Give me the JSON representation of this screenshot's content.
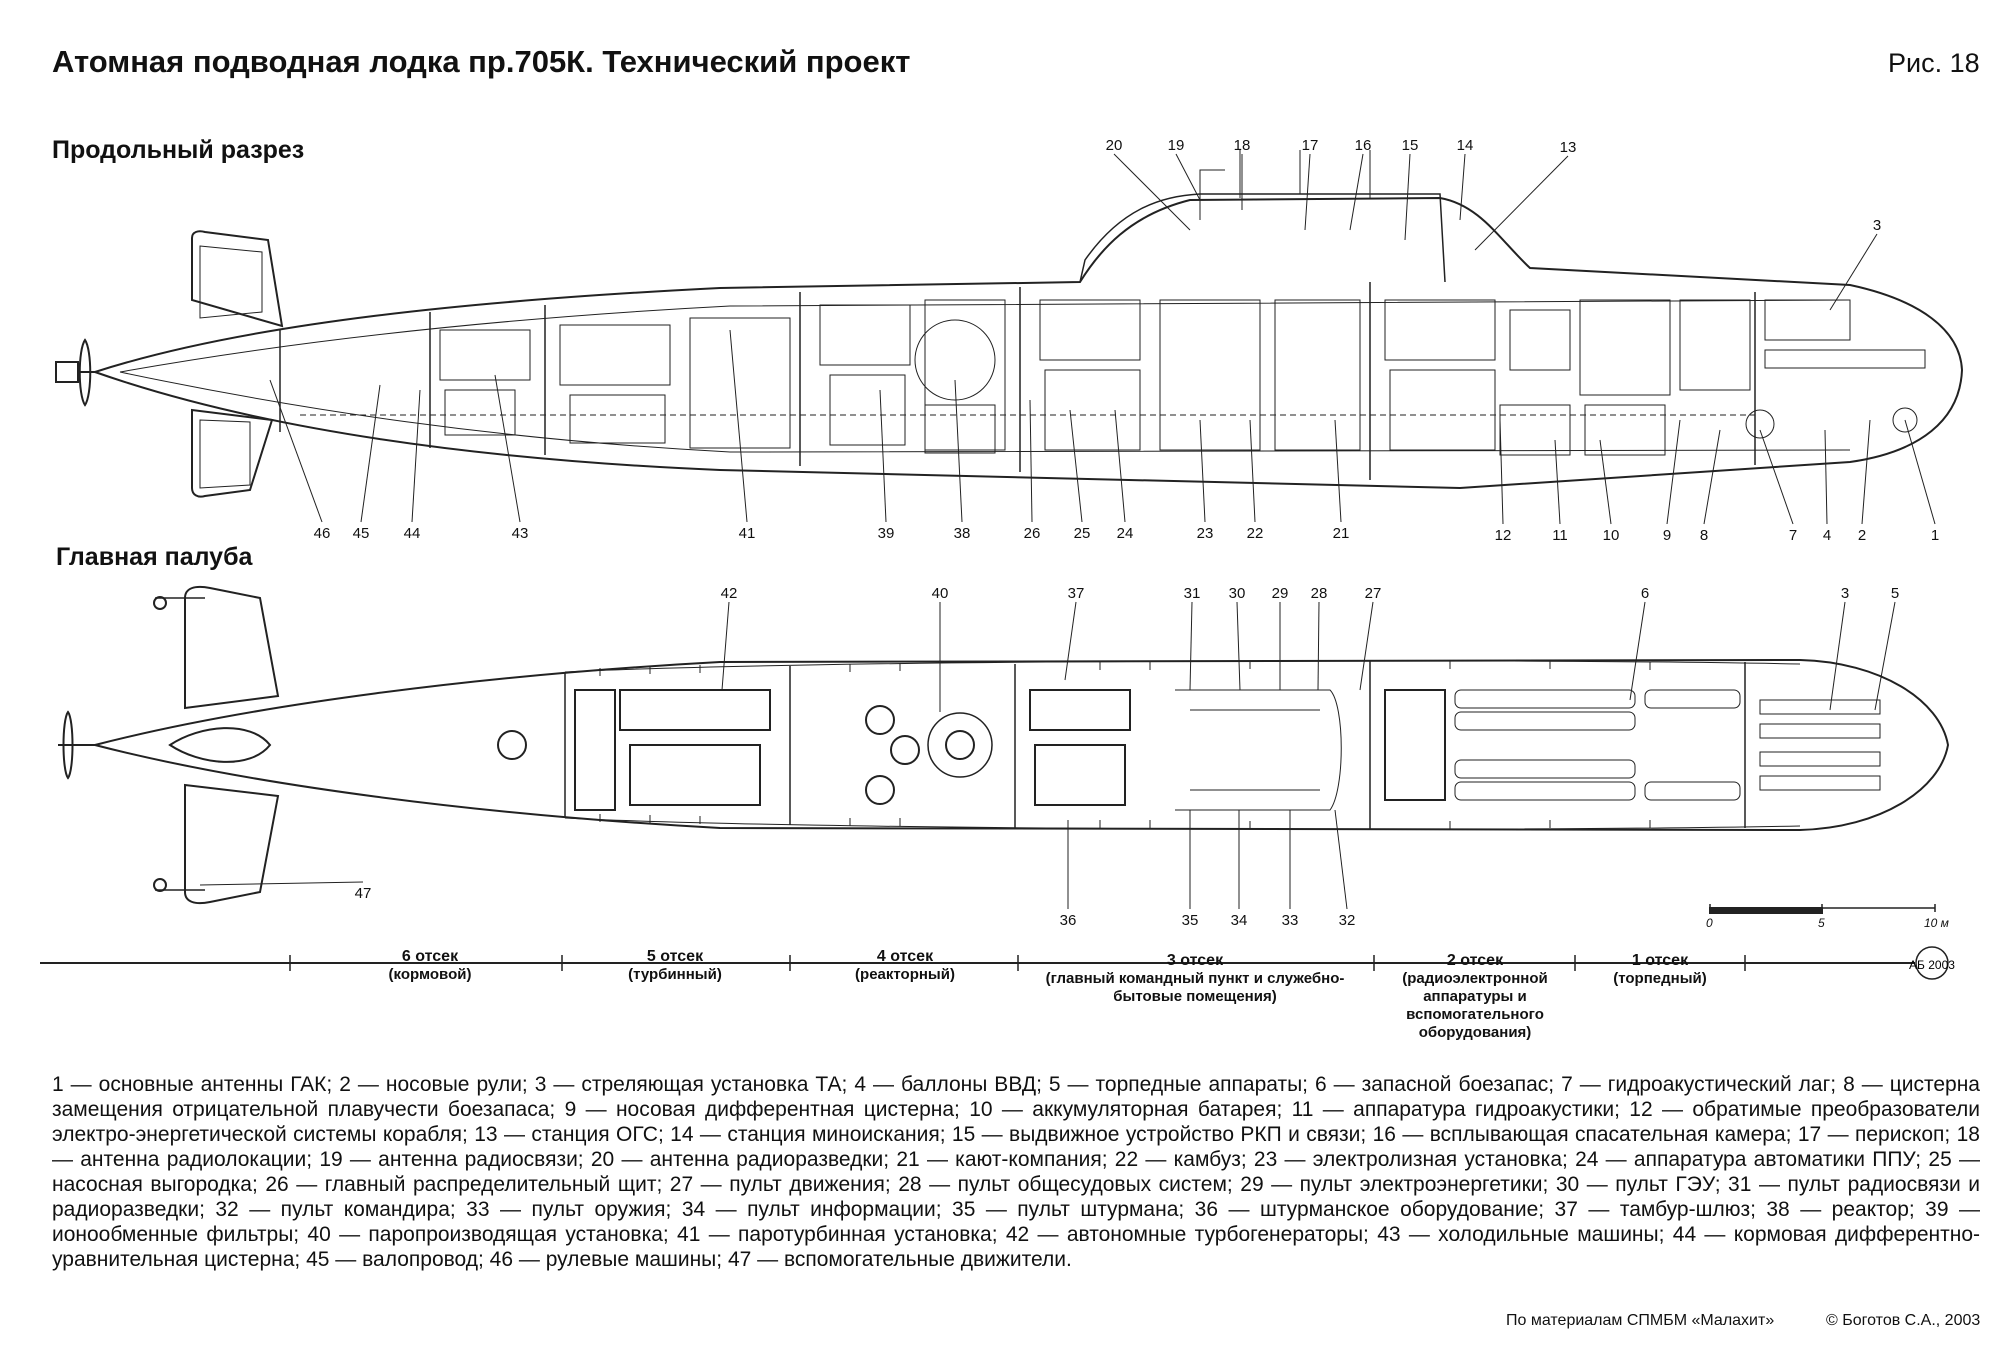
{
  "title": "Атомная подводная лодка пр.705К. Технический проект",
  "figure": "Рис. 18",
  "section_long": "Продольный разрез",
  "section_deck": "Главная палуба",
  "callouts_top": [
    "20",
    "19",
    "18",
    "17",
    "16",
    "15",
    "14",
    "13",
    "3",
    "46",
    "45",
    "44",
    "43",
    "41",
    "39",
    "38",
    "26",
    "25",
    "24",
    "23",
    "22",
    "21",
    "12",
    "11",
    "10",
    "9",
    "8",
    "7",
    "4",
    "2",
    "1"
  ],
  "callouts_bottom": [
    "42",
    "40",
    "37",
    "31",
    "30",
    "29",
    "28",
    "27",
    "6",
    "3",
    "5",
    "47",
    "36",
    "35",
    "34",
    "33",
    "32"
  ],
  "compartments": [
    {
      "name": "6 отсек",
      "desc": "(кормовой)"
    },
    {
      "name": "5 отсек",
      "desc": "(турбинный)"
    },
    {
      "name": "4 отсек",
      "desc": "(реакторный)"
    },
    {
      "name": "3 отсек",
      "desc": "(главный командный пункт и служебно-бытовые помещения)"
    },
    {
      "name": "2 отсек",
      "desc": "(радиоэлектронной аппаратуры и вспомогательного оборудования)"
    },
    {
      "name": "1 отсек",
      "desc": "(торпедный)"
    }
  ],
  "scale": {
    "zero": "0",
    "mid": "5",
    "end": "10 м"
  },
  "mark": "АБ 2003",
  "legend": "1 — основные антенны ГАК; 2 — носовые рули; 3 — стреляющая установка ТА; 4 — баллоны ВВД; 5 — торпедные аппараты; 6 — запасной боезапас; 7 — гидроакустический лаг; 8 — цистерна замещения отрицательной плавучести боезапаса; 9 — носовая дифферентная цистерна; 10 — аккумуляторная батарея; 11 — аппаратура гидроакустики; 12 — обратимые преобразователи электро-энергетической системы корабля; 13 — станция ОГС; 14 — станция миноискания; 15 — выдвижное устройство РКП и связи; 16 — всплывающая спасательная камера; 17 — перископ; 18 — антенна радиолокации; 19 — антенна радиосвязи; 20 — антенна радиоразведки; 21 — кают-компания; 22 — камбуз; 23 — электролизная установка; 24 — аппаратура автоматики ППУ; 25 — насосная выгородка; 26 — главный распределительный щит; 27 — пульт движения; 28 — пульт общесудовых систем; 29 — пульт электроэнергетики; 30 — пульт ГЭУ; 31 — пульт радиосвязи и радиоразведки; 32 — пульт командира; 33 — пульт оружия; 34 — пульт информации; 35 — пульт штурмана; 36 — штурманское оборудование; 37 — тамбур-шлюз; 38 — реактор; 39 — ионообменные фильтры; 40 — паропроизводящая установка; 41 — паротурбинная установка; 42 — автономные турбогенераторы; 43 — холодильные машины; 44 — кормовая дифферентно-уравнительная цистерна; 45 — валопровод; 46 — рулевые машины; 47 — вспомогательные движители.",
  "source": "По материалам СПМБМ «Малахит»",
  "copyright": "© Боготов С.А., 2003"
}
